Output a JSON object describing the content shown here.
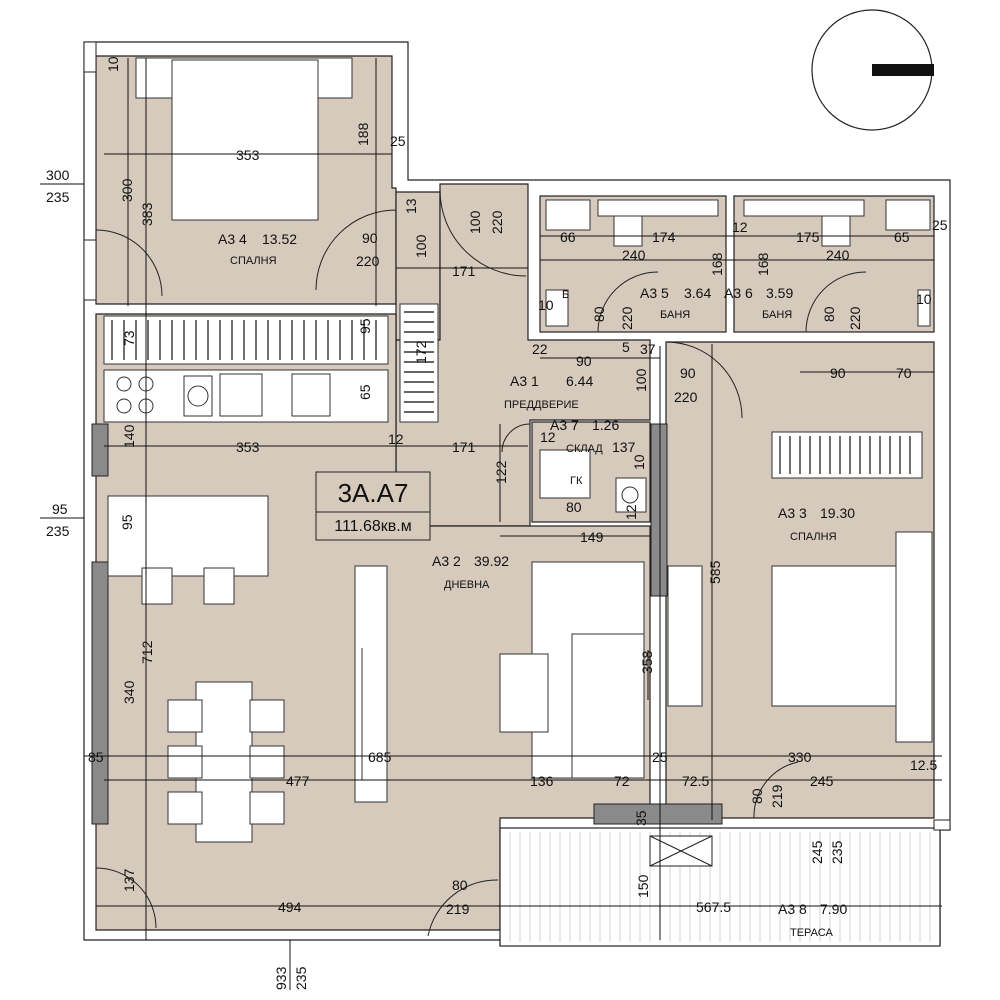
{
  "unit": {
    "code": "3A.A7",
    "area": "111.68кв.м"
  },
  "rooms": [
    {
      "code": "А3 4",
      "area": "13.52",
      "name": "СПАЛНЯ"
    },
    {
      "code": "А3 5",
      "area": "3.64",
      "name": "БАНЯ"
    },
    {
      "code": "А3 6",
      "area": "3.59",
      "name": "БАНЯ"
    },
    {
      "code": "А3 1",
      "area": "6.44",
      "name": "ПРЕДДВЕРИЕ"
    },
    {
      "code": "А3 7",
      "area": "1.26",
      "name": "СКЛАД"
    },
    {
      "code": "А3 3",
      "area": "19.30",
      "name": "СПАЛНЯ"
    },
    {
      "code": "А3 2",
      "area": "39.92",
      "name": "ДНЕВНА"
    },
    {
      "code": "А3 8",
      "area": "7.90",
      "name": "ТЕРАСА"
    }
  ],
  "labels": {
    "gk": "ГК",
    "bath_mark": "Б"
  },
  "dims": {
    "d353a": "353",
    "d188": "188",
    "d25a": "25",
    "d300": "300",
    "d383": "383",
    "d10top": "10",
    "d13": "13",
    "d90_220a_top": "90",
    "d90_220a_bot": "220",
    "d100a": "100",
    "d171a": "171",
    "d100b_top": "100",
    "d100b_bot": "220",
    "d66": "66",
    "d174": "174",
    "d12a": "12",
    "d175": "175",
    "d65a": "65",
    "d25b": "25",
    "d240a": "240",
    "d240b": "240",
    "d168a": "168",
    "d168b": "168",
    "d10b": "10",
    "d80a": "80",
    "d220b": "220",
    "d80b": "80",
    "d220c": "220",
    "d10c": "10",
    "d73": "73",
    "d95a": "95",
    "d172": "172",
    "d65b": "65",
    "d140": "140",
    "d22": "22",
    "d90b": "90",
    "d5": "5",
    "d37": "37",
    "d100c": "100",
    "d90c_top": "90",
    "d90c_bot": "220",
    "d90d": "90",
    "d70": "70",
    "d353b": "353",
    "d12b": "12",
    "d171b": "171",
    "d12c": "12",
    "d137": "137",
    "d122": "122",
    "d10d": "10",
    "d80c": "80",
    "d12d": "12",
    "d149": "149",
    "d95b": "95",
    "d585": "585",
    "d712": "712",
    "d358": "358",
    "d340": "340",
    "d85": "85",
    "d685": "685",
    "d25c": "25",
    "d330": "330",
    "d125": "12.5",
    "d477": "477",
    "d136": "136",
    "d72": "72",
    "d725": "72.5",
    "d80d": "80",
    "d219a": "219",
    "d245a": "245",
    "d35": "35",
    "d245b": "245",
    "d235a": "235",
    "d137b": "137",
    "d80e": "80",
    "d219b": "219",
    "d494": "494",
    "d150": "150",
    "d5675": "567.5",
    "left_300": "300",
    "left_235a": "235",
    "left_95": "95",
    "left_235b": "235",
    "bot_933": "933",
    "bot_235": "235"
  }
}
